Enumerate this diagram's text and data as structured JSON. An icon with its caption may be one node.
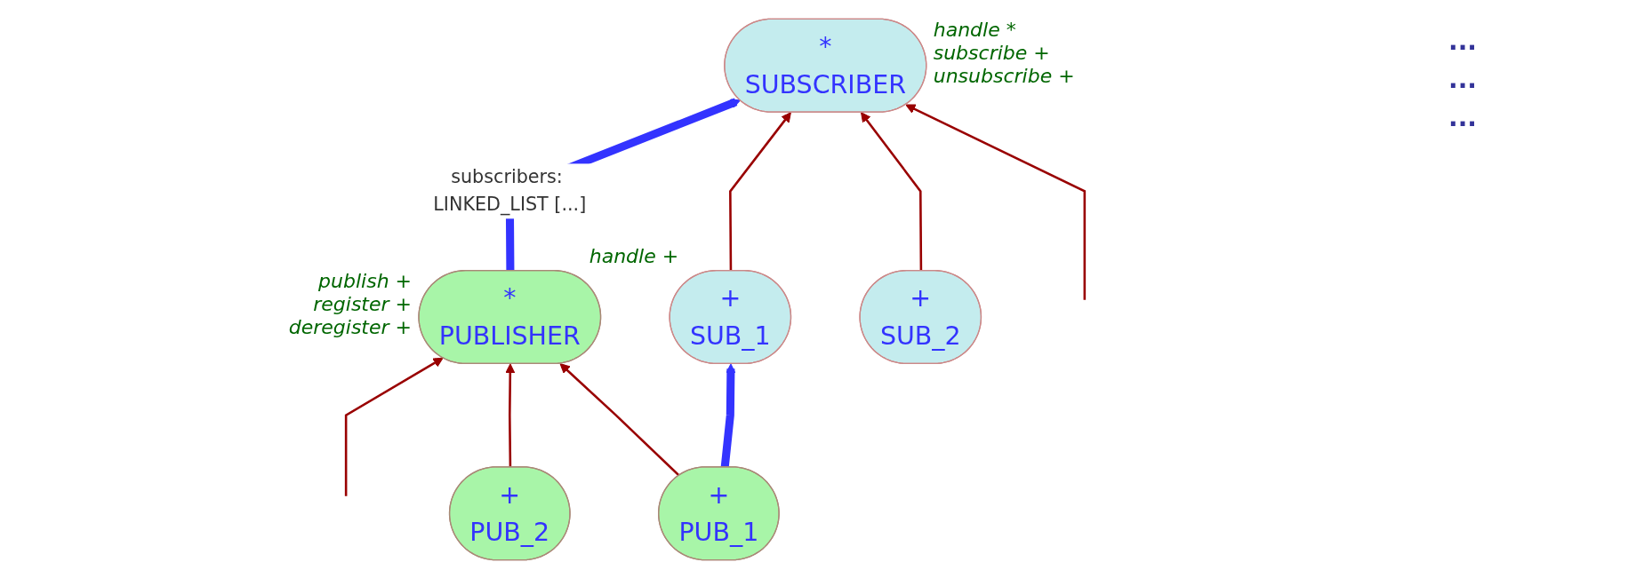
{
  "diagram": {
    "nodes": [
      {
        "text": [
          "*",
          "PUBLISHER"
        ],
        "beside": [
          "publish +",
          "register +",
          "deregister +"
        ]
      },
      {
        "text": [
          "*",
          "SUBSCRIBER"
        ],
        "beside": [
          "handle *",
          "subscribe +",
          "unsubscribe +"
        ]
      },
      {
        "text": [
          "+",
          "PUB_2"
        ]
      },
      {
        "text": [
          "+",
          "PUB_1"
        ]
      },
      {
        "text": [
          "+",
          "SUB_1"
        ],
        "beside": [
          "handle +"
        ]
      },
      {
        "text": [
          "+",
          "SUB_2"
        ]
      }
    ],
    "edges": [
      {
        "from": 0,
        "to": 1,
        "arrow": "to",
        "label": "subscribers: LINKED_LIST [...]",
        "style": "thick",
        "color": "#3333ff"
      },
      {
        "from": null,
        "to": 0,
        "arrow": "to"
      },
      {
        "from": 2,
        "to": 0,
        "arrow": "to"
      },
      {
        "from": 3,
        "to": 0,
        "arrow": "to"
      },
      {
        "from": 3,
        "to": 4,
        "arrow": "to",
        "style": "thick",
        "color": "#3333ff"
      },
      {
        "from": 4,
        "to": 1,
        "arrow": "to"
      },
      {
        "from": 5,
        "to": 1,
        "arrow": "to"
      },
      {
        "from": null,
        "to": 1,
        "arrow": "to"
      }
    ],
    "labels": [
      "...",
      "...",
      "..."
    ]
  }
}
